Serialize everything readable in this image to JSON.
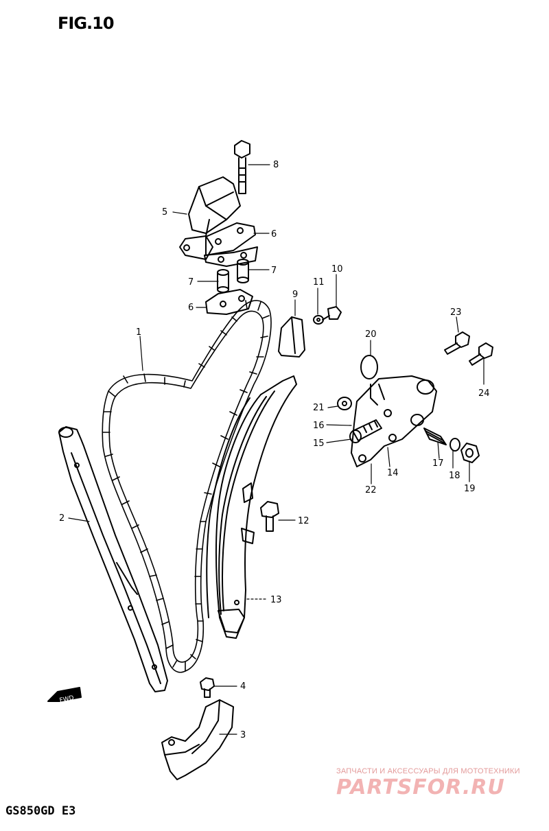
{
  "figure": {
    "title": "FIG.10",
    "model": "GS850GD  E3"
  },
  "watermark": {
    "tagline": "ЗАПЧАСТИ И АКСЕССУАРЫ ДЛЯ МОТОТЕХНИКИ",
    "logo": "PARTSFOR.RU"
  },
  "fwd_arrow": {
    "label": "FWD"
  },
  "callouts": [
    "1",
    "2",
    "3",
    "4",
    "5",
    "6",
    "6",
    "7",
    "7",
    "8",
    "9",
    "10",
    "11",
    "12",
    "13",
    "14",
    "15",
    "16",
    "17",
    "18",
    "19",
    "20",
    "21",
    "22",
    "23",
    "24"
  ]
}
